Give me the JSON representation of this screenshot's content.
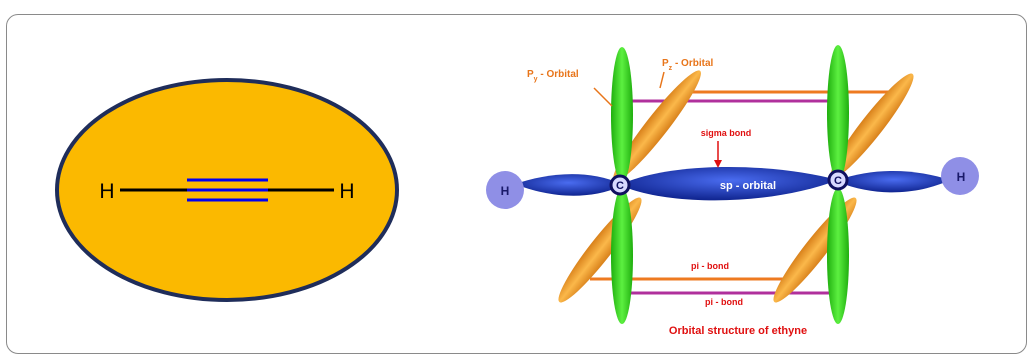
{
  "left_diagram": {
    "atom_left": "H",
    "atom_right": "H",
    "colors": {
      "fill": "#fbb900",
      "outline": "#1f2d5a",
      "single_bond": "#000000",
      "triple_bond": "#0000ee"
    }
  },
  "right_diagram": {
    "py_label": "P",
    "py_sub": "y",
    "py_suffix": " - Orbital",
    "pz_label": "P",
    "pz_sub": "z",
    "pz_suffix": " - Orbital",
    "sigma_label": "sigma bond",
    "sp_label": "sp - orbital",
    "pi_label_top": "pi - bond",
    "pi_label_bottom": "pi - bond",
    "carbon_left": "C",
    "carbon_right": "C",
    "hydrogen_left": "H",
    "hydrogen_right": "H",
    "caption": "Orbital structure of ethyne",
    "colors": {
      "label_orange": "#e8751a",
      "label_red": "#e01010",
      "p_green": "#33e61a",
      "p_orange": "#f5a020",
      "sp_blue": "#1a3cc8",
      "h_lilac": "#8f8fe6",
      "pi_purple": "#b0309c",
      "pi_orange": "#ee7a20"
    }
  }
}
